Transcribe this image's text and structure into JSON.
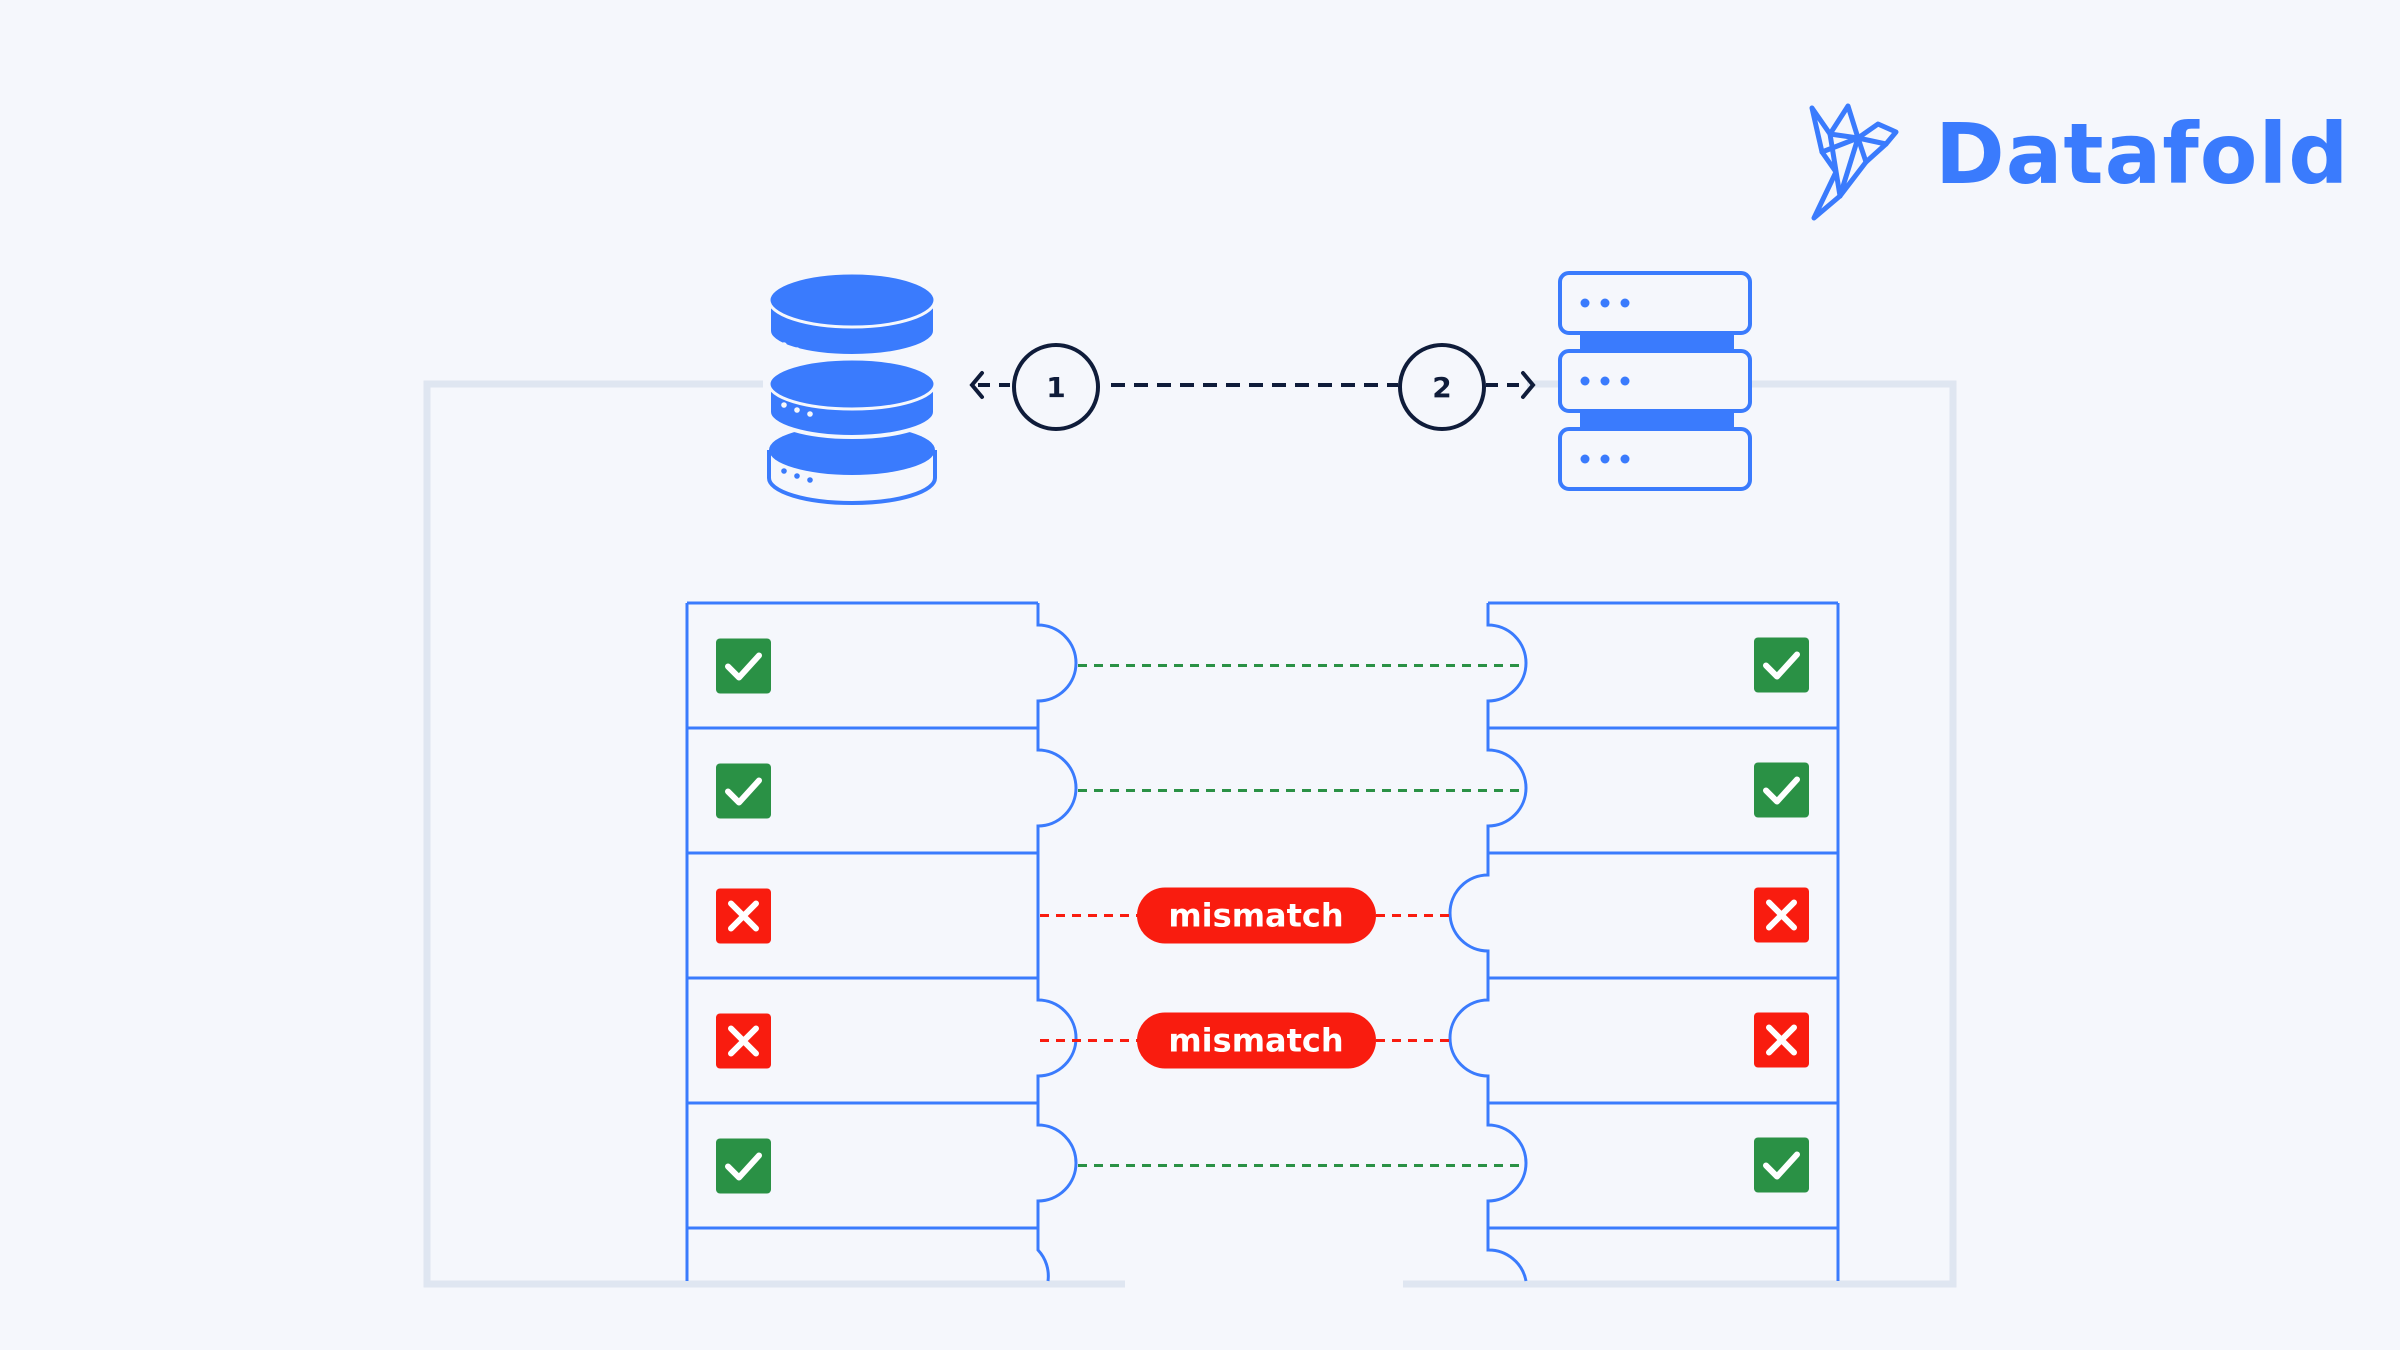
{
  "brand": {
    "name": "Datafold",
    "color": "#3a7bfd"
  },
  "steps": [
    "1",
    "2"
  ],
  "colors": {
    "accent": "#3a7bfd",
    "match": "#2a9145",
    "mismatch": "#f91c0f",
    "outline": "#dfe6f1",
    "ink": "#0f1c3a"
  },
  "rows": [
    {
      "left": "match",
      "right": "match",
      "label": ""
    },
    {
      "left": "match",
      "right": "match",
      "label": ""
    },
    {
      "left": "mismatch",
      "right": "mismatch",
      "label": "mismatch"
    },
    {
      "left": "mismatch",
      "right": "mismatch",
      "label": "mismatch"
    },
    {
      "left": "match",
      "right": "match",
      "label": ""
    }
  ],
  "icons": {
    "source": "database-icon",
    "target": "server-icon",
    "logo": "origami-bird-icon",
    "match": "checkmark-icon",
    "mismatch": "x-mark-icon"
  }
}
